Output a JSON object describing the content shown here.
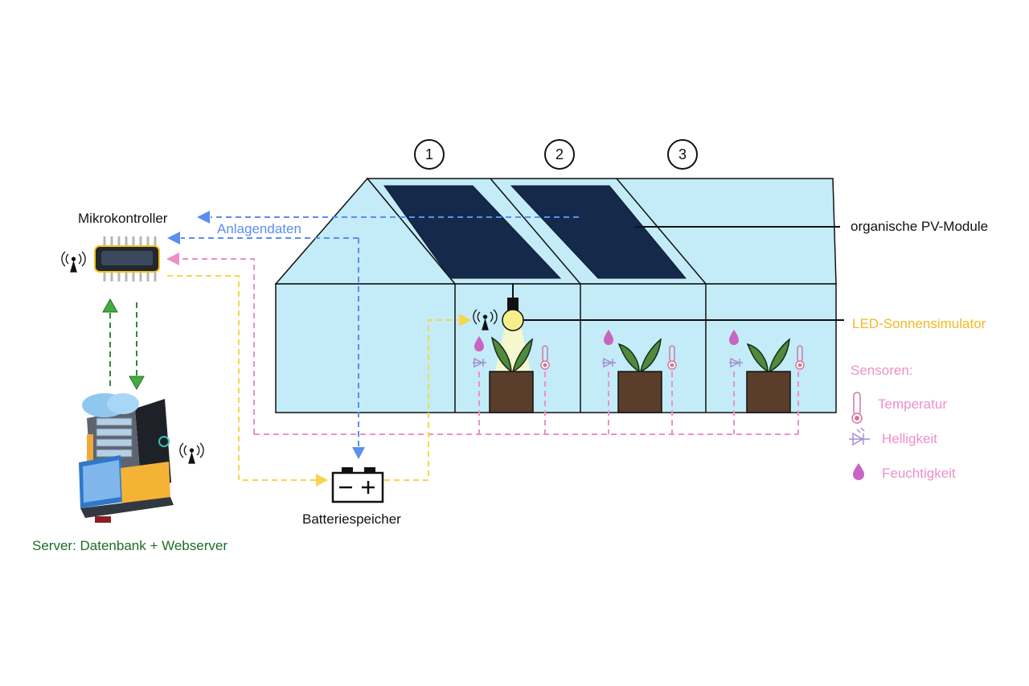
{
  "labels": {
    "microcontroller": "Mikrokontroller",
    "system_data": "Anlagendaten",
    "server": "Server: Datenbank + Webserver",
    "battery": "Batteriespeicher",
    "pv_modules": "organische PV-Module",
    "led_simulator": "LED-Sonnensimulator"
  },
  "sections": [
    "1",
    "2",
    "3"
  ],
  "legend": {
    "title": "Sensoren:",
    "items": [
      {
        "label": "Temperatur",
        "icon": "thermometer-icon"
      },
      {
        "label": "Helligkeit",
        "icon": "light-sensor-icon"
      },
      {
        "label": "Feuchtigkeit",
        "icon": "droplet-icon"
      }
    ]
  },
  "colors": {
    "greenhouse_fill": "#c3ecf8",
    "pv_panel": "#15294a",
    "data_line_blue": "#5b8ef0",
    "power_line_yellow": "#f7d54a",
    "sensor_line_pink": "#ee8fca",
    "server_line_green": "#2e8b2e",
    "pot": "#5a3d2b",
    "leaf": "#4f8a3d"
  }
}
